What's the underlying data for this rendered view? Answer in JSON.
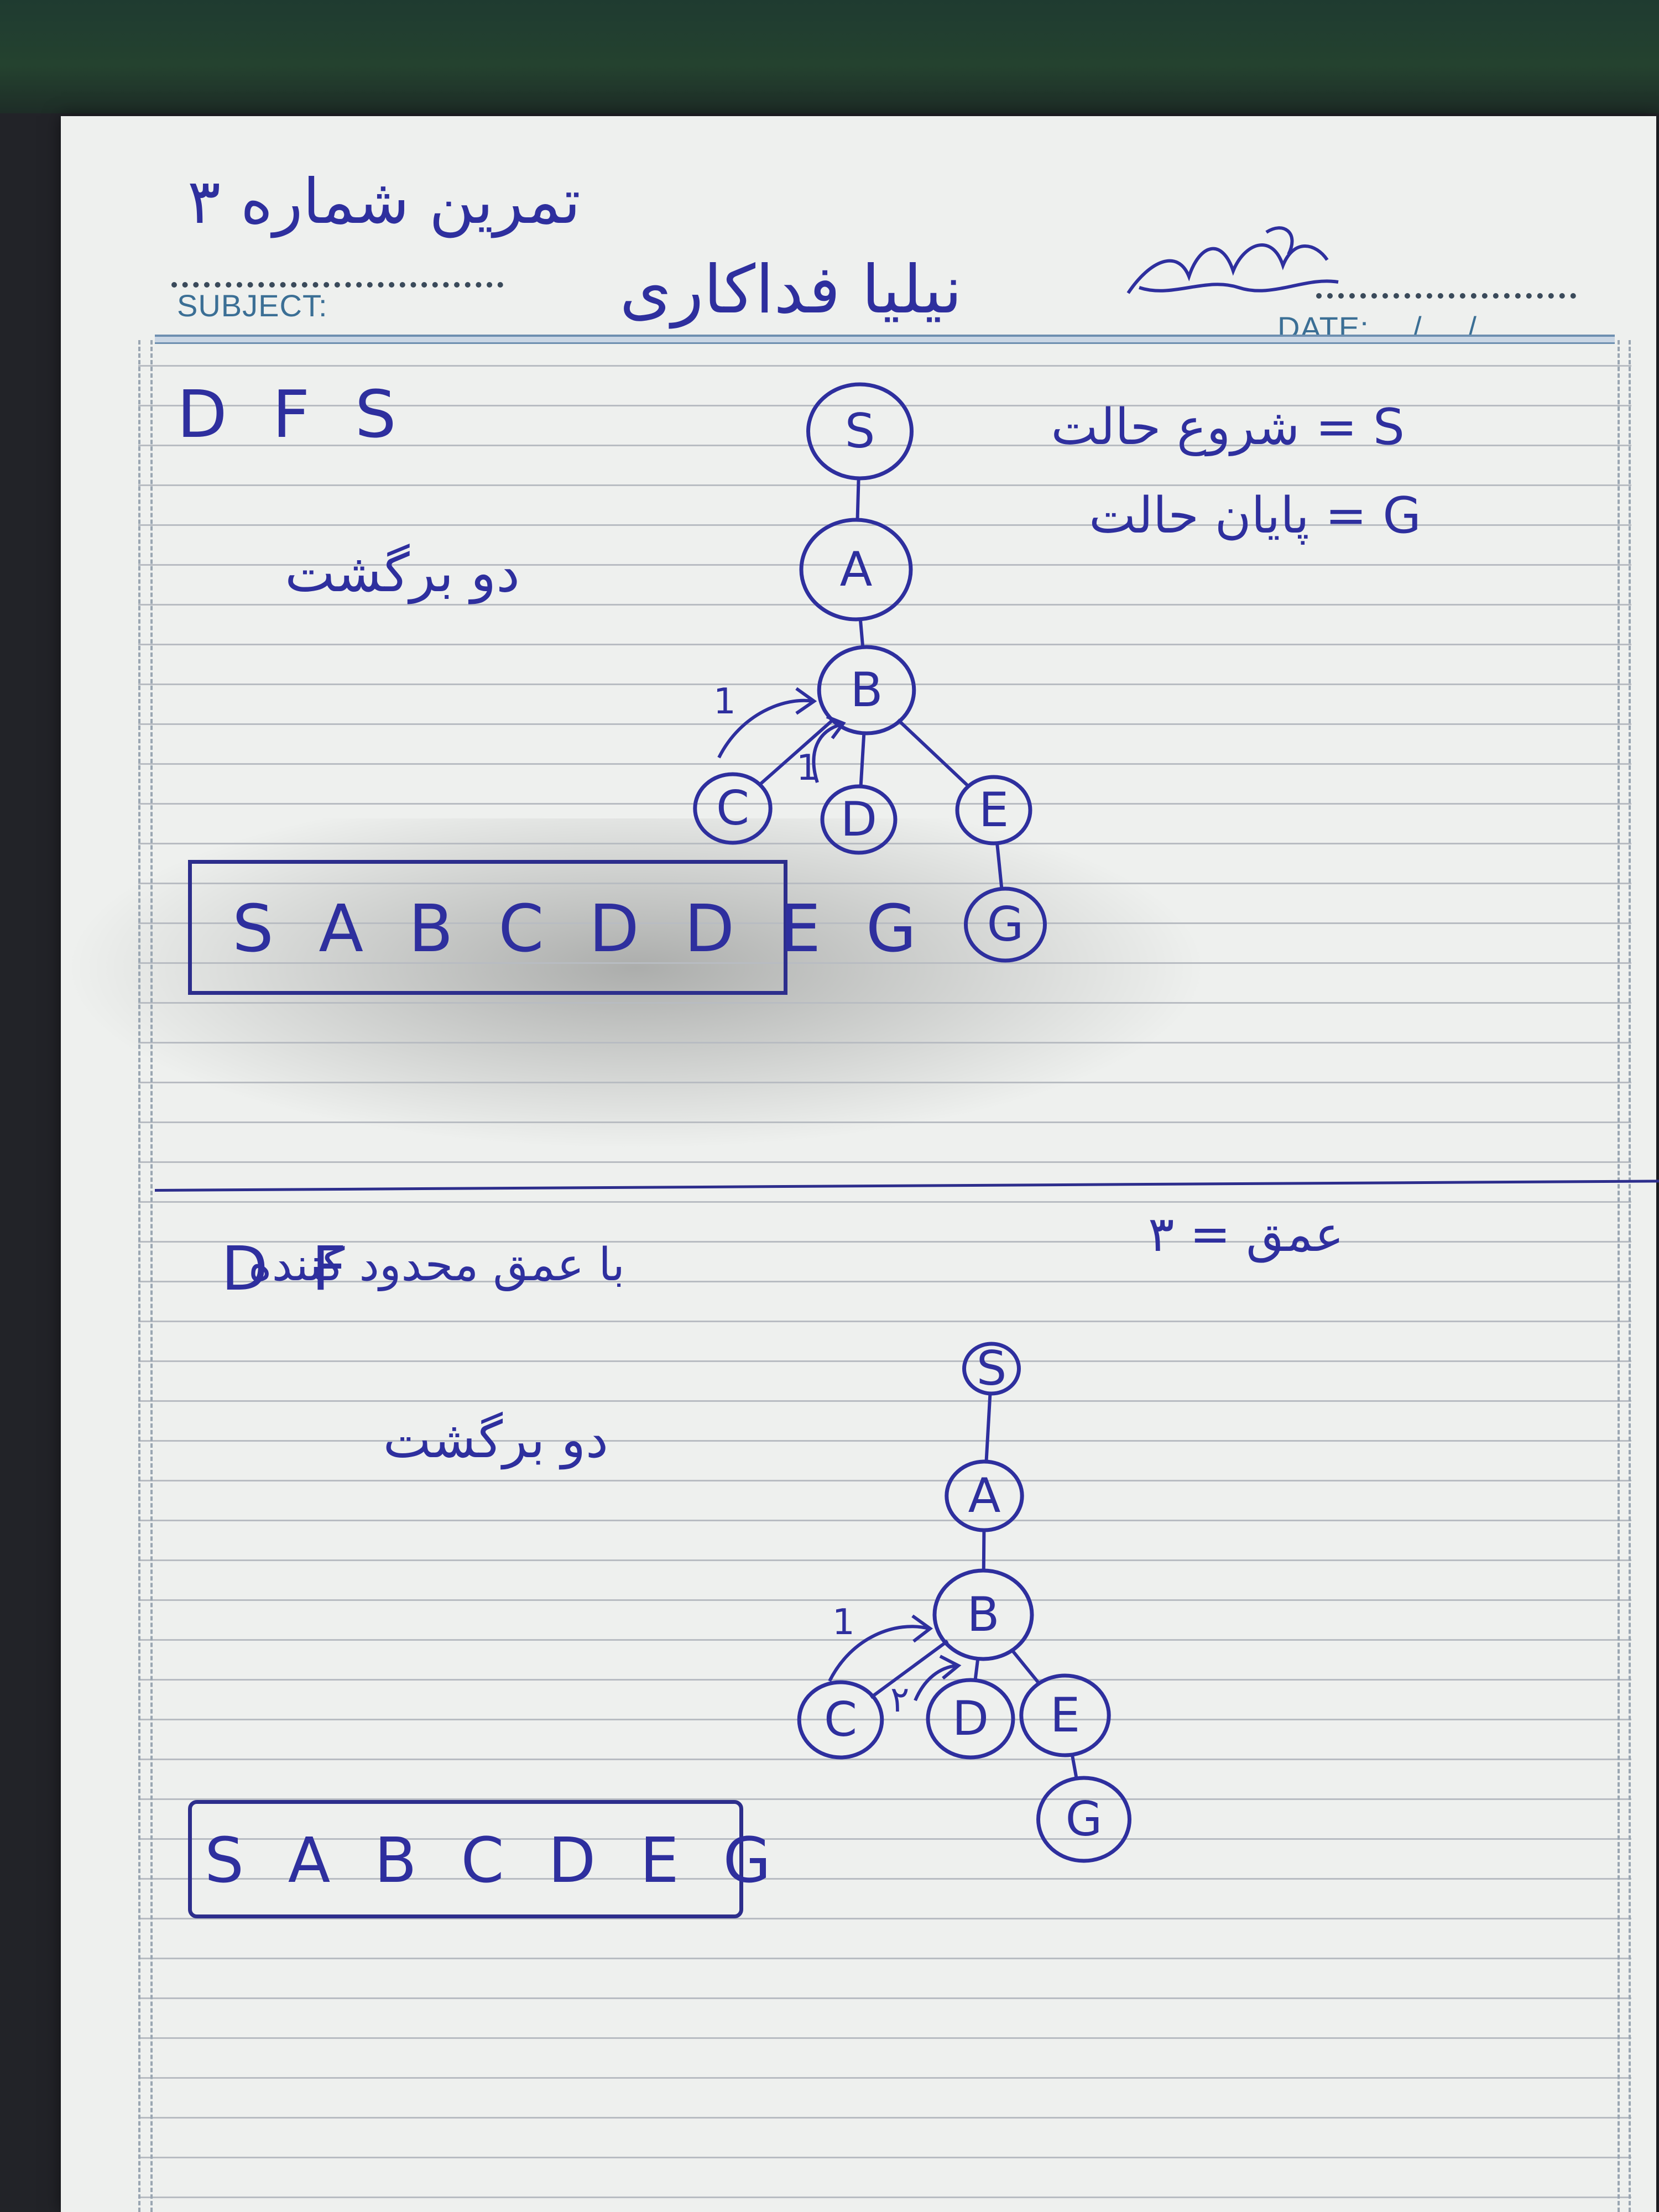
{
  "header": {
    "title": "تمرین شماره ۳",
    "student_name": "نیلیا فداکاری",
    "subject_label": "SUBJECT:",
    "date_label": "DATE:",
    "date_slashes": "/     /"
  },
  "section1": {
    "method": "D F S",
    "subtitle": "دو برگشت",
    "legend_start": "S = شروع حالت",
    "legend_goal": "G = پایان حالت",
    "path": "S A B C D D E G",
    "tree": {
      "nodes": [
        "S",
        "A",
        "B",
        "C",
        "D",
        "E",
        "G"
      ],
      "edges": [
        [
          "S",
          "A"
        ],
        [
          "A",
          "B"
        ],
        [
          "B",
          "C"
        ],
        [
          "B",
          "D"
        ],
        [
          "B",
          "E"
        ],
        [
          "E",
          "G"
        ]
      ],
      "backtrack_marks": [
        "1",
        "1"
      ]
    }
  },
  "section2": {
    "method": "D F",
    "method_note": "با عمق محدود کننده",
    "subtitle": "دو برگشت",
    "depth_label": "عمق = ۳",
    "path": "S A B C D E G",
    "tree": {
      "nodes": [
        "S",
        "A",
        "B",
        "C",
        "D",
        "E",
        "G"
      ],
      "edges": [
        [
          "S",
          "A"
        ],
        [
          "A",
          "B"
        ],
        [
          "B",
          "C"
        ],
        [
          "B",
          "D"
        ],
        [
          "B",
          "E"
        ],
        [
          "E",
          "G"
        ]
      ],
      "backtrack_marks": [
        "1",
        "۲"
      ]
    }
  }
}
